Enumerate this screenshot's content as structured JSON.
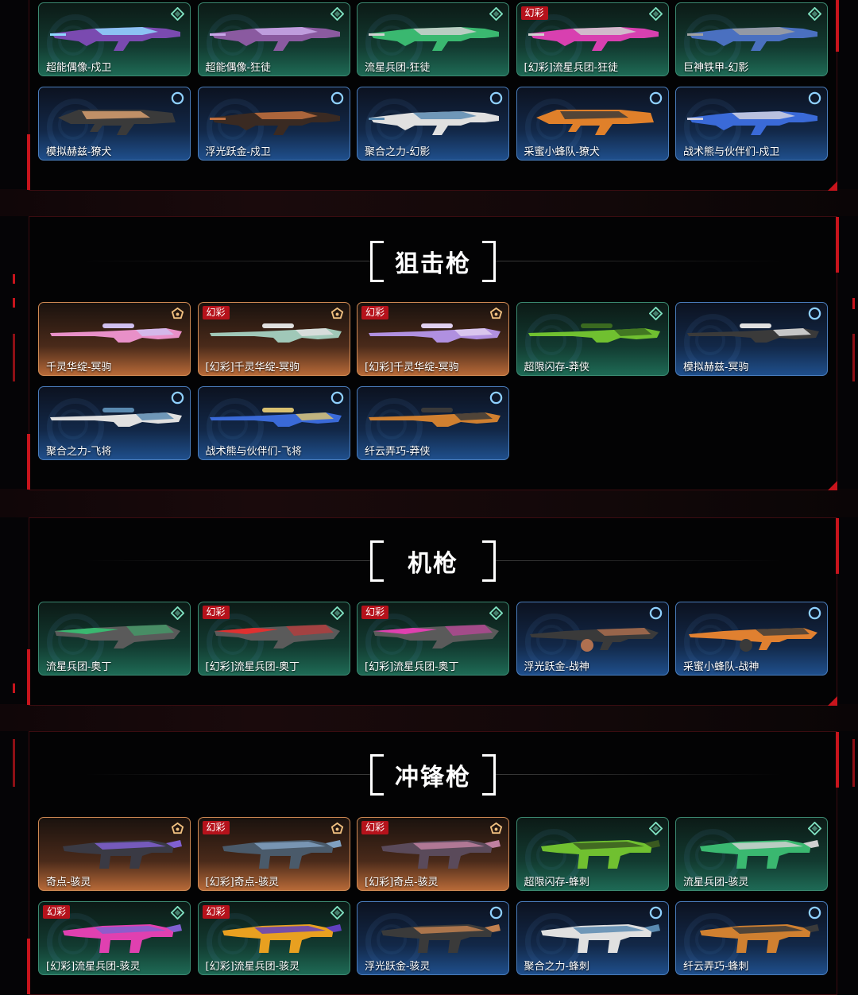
{
  "colors": {
    "accent_red": "#c8141c",
    "rarity_green": "#2f8a6e",
    "rarity_blue": "#2f6bb5",
    "rarity_orange": "#b86a38",
    "badge_red": "#b5121b"
  },
  "rifles_section": {
    "cards": [
      {
        "name": "超能偶像-戍卫",
        "rarity": "green",
        "rank_icon": "green-diamond-rank-icon",
        "badge": "",
        "gun": "rifle",
        "c1": "#7a4ab0",
        "c2": "#8fd7ff"
      },
      {
        "name": "超能偶像-狂徒",
        "rarity": "green",
        "rank_icon": "green-diamond-rank-icon",
        "badge": "",
        "gun": "rifle",
        "c1": "#8a5aa0",
        "c2": "#c7a8e8"
      },
      {
        "name": "流星兵团-狂徒",
        "rarity": "green",
        "rank_icon": "green-diamond-rank-icon",
        "badge": "",
        "gun": "rifle",
        "c1": "#3ab870",
        "c2": "#d0d0d0"
      },
      {
        "name": "[幻彩]流星兵团-狂徒",
        "rarity": "green",
        "rank_icon": "green-diamond-rank-icon",
        "badge": "幻彩",
        "gun": "rifle",
        "c1": "#d840b0",
        "c2": "#d0d0d0"
      },
      {
        "name": "巨神铁甲-幻影",
        "rarity": "green",
        "rank_icon": "green-diamond-rank-icon",
        "badge": "",
        "gun": "rifle",
        "c1": "#4a70c0",
        "c2": "#a0a0a0"
      },
      {
        "name": "模拟赫兹-獠犬",
        "rarity": "blue",
        "rank_icon": "blue-circle-rank-icon",
        "badge": "",
        "gun": "bullpup",
        "c1": "#3a3a3a",
        "c2": "#d8a070"
      },
      {
        "name": "浮光跃金-戍卫",
        "rarity": "blue",
        "rank_icon": "blue-circle-rank-icon",
        "badge": "",
        "gun": "rifle",
        "c1": "#3a2a22",
        "c2": "#c07040"
      },
      {
        "name": "聚合之力-幻影",
        "rarity": "blue",
        "rank_icon": "blue-circle-rank-icon",
        "badge": "",
        "gun": "rifle",
        "c1": "#e0e0e0",
        "c2": "#5a8ab0"
      },
      {
        "name": "采蜜小蜂队-獠犬",
        "rarity": "blue",
        "rank_icon": "blue-circle-rank-icon",
        "badge": "",
        "gun": "bullpup",
        "c1": "#e0802a",
        "c2": "#3a3a3a"
      },
      {
        "name": "战术熊与伙伴们-戍卫",
        "rarity": "blue",
        "rank_icon": "blue-circle-rank-icon",
        "badge": "",
        "gun": "rifle",
        "c1": "#3a6ad8",
        "c2": "#d0d0e0"
      }
    ]
  },
  "sniper_section": {
    "title": "狙击枪",
    "cards": [
      {
        "name": "千灵华绽-冥驹",
        "rarity": "orange",
        "rank_icon": "orange-pentagon-rank-icon",
        "badge": "",
        "gun": "sniper",
        "c1": "#e890c8",
        "c2": "#d0c0f0"
      },
      {
        "name": "[幻彩]千灵华绽-冥驹",
        "rarity": "orange",
        "rank_icon": "orange-pentagon-rank-icon",
        "badge": "幻彩",
        "gun": "sniper",
        "c1": "#a0c8b8",
        "c2": "#e0e0e0"
      },
      {
        "name": "[幻彩]千灵华绽-冥驹",
        "rarity": "orange",
        "rank_icon": "orange-pentagon-rank-icon",
        "badge": "幻彩",
        "gun": "sniper",
        "c1": "#b090e0",
        "c2": "#e0d0f0"
      },
      {
        "name": "超限闪存-莽侠",
        "rarity": "green",
        "rank_icon": "green-diamond-rank-icon",
        "badge": "",
        "gun": "sniper",
        "c1": "#70c030",
        "c2": "#3a6a20"
      },
      {
        "name": "模拟赫兹-冥驹",
        "rarity": "blue",
        "rank_icon": "blue-circle-rank-icon",
        "badge": "",
        "gun": "sniper",
        "c1": "#3a3a3a",
        "c2": "#e0e0e0"
      },
      {
        "name": "聚合之力-飞将",
        "rarity": "blue",
        "rank_icon": "blue-circle-rank-icon",
        "badge": "",
        "gun": "sniper",
        "c1": "#e0e0e0",
        "c2": "#5a8ab0"
      },
      {
        "name": "战术熊与伙伴们-飞将",
        "rarity": "blue",
        "rank_icon": "blue-circle-rank-icon",
        "badge": "",
        "gun": "sniper",
        "c1": "#3a6ad8",
        "c2": "#d8c070"
      },
      {
        "name": "纤云弄巧-莽侠",
        "rarity": "blue",
        "rank_icon": "blue-circle-rank-icon",
        "badge": "",
        "gun": "sniper",
        "c1": "#d08030",
        "c2": "#3a3a3a"
      }
    ]
  },
  "mg_section": {
    "title": "机枪",
    "cards": [
      {
        "name": "流星兵团-奥丁",
        "rarity": "green",
        "rank_icon": "green-diamond-rank-icon",
        "badge": "",
        "gun": "heavy",
        "c1": "#3ab870",
        "c2": "#5a5a5a"
      },
      {
        "name": "[幻彩]流星兵团-奥丁",
        "rarity": "green",
        "rank_icon": "green-diamond-rank-icon",
        "badge": "幻彩",
        "gun": "heavy",
        "c1": "#e03030",
        "c2": "#5a5a5a"
      },
      {
        "name": "[幻彩]流星兵团-奥丁",
        "rarity": "green",
        "rank_icon": "green-diamond-rank-icon",
        "badge": "幻彩",
        "gun": "heavy",
        "c1": "#e040b0",
        "c2": "#5a5a5a"
      },
      {
        "name": "浮光跃金-战神",
        "rarity": "blue",
        "rank_icon": "blue-circle-rank-icon",
        "badge": "",
        "gun": "mg",
        "c1": "#3a3a3a",
        "c2": "#b07050"
      },
      {
        "name": "采蜜小蜂队-战神",
        "rarity": "blue",
        "rank_icon": "blue-circle-rank-icon",
        "badge": "",
        "gun": "mg",
        "c1": "#e08030",
        "c2": "#3a3a3a"
      }
    ]
  },
  "smg_section": {
    "title": "冲锋枪",
    "cards": [
      {
        "name": "奇点-骇灵",
        "rarity": "orange",
        "rank_icon": "orange-pentagon-rank-icon",
        "badge": "",
        "gun": "smg",
        "c1": "#3a3a44",
        "c2": "#8060d0"
      },
      {
        "name": "[幻彩]奇点-骇灵",
        "rarity": "orange",
        "rank_icon": "orange-pentagon-rank-icon",
        "badge": "幻彩",
        "gun": "smg",
        "c1": "#4a5a6a",
        "c2": "#80a0c0"
      },
      {
        "name": "[幻彩]奇点-骇灵",
        "rarity": "orange",
        "rank_icon": "orange-pentagon-rank-icon",
        "badge": "幻彩",
        "gun": "smg",
        "c1": "#5a4a5a",
        "c2": "#c080a0"
      },
      {
        "name": "超限闪存-蜂刺",
        "rarity": "green",
        "rank_icon": "green-diamond-rank-icon",
        "badge": "",
        "gun": "smg",
        "c1": "#70c030",
        "c2": "#3a5a20"
      },
      {
        "name": "流星兵团-骇灵",
        "rarity": "green",
        "rank_icon": "green-diamond-rank-icon",
        "badge": "",
        "gun": "smg",
        "c1": "#3ab870",
        "c2": "#d0d0d0"
      },
      {
        "name": "[幻彩]流星兵团-骇灵",
        "rarity": "green",
        "rank_icon": "green-diamond-rank-icon",
        "badge": "幻彩",
        "gun": "smg",
        "c1": "#e040b0",
        "c2": "#8060d0"
      },
      {
        "name": "[幻彩]流星兵团-骇灵",
        "rarity": "green",
        "rank_icon": "green-diamond-rank-icon",
        "badge": "幻彩",
        "gun": "smg",
        "c1": "#e8a020",
        "c2": "#6040c0"
      },
      {
        "name": "浮光跃金-骇灵",
        "rarity": "blue",
        "rank_icon": "blue-circle-rank-icon",
        "badge": "",
        "gun": "smg",
        "c1": "#3a3a3a",
        "c2": "#c08050"
      },
      {
        "name": "聚合之力-蜂刺",
        "rarity": "blue",
        "rank_icon": "blue-circle-rank-icon",
        "badge": "",
        "gun": "smg",
        "c1": "#e0e0e0",
        "c2": "#5a8ab0"
      },
      {
        "name": "纤云弄巧-蜂刺",
        "rarity": "blue",
        "rank_icon": "blue-circle-rank-icon",
        "badge": "",
        "gun": "smg",
        "c1": "#d08030",
        "c2": "#3a3a3a"
      }
    ]
  }
}
